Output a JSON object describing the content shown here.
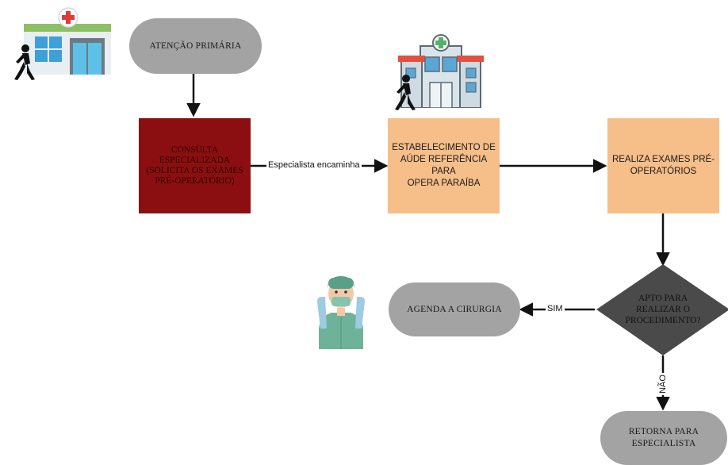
{
  "diagram": {
    "nodes": {
      "atencao_primaria": "ATENÇÃO PRIMÁRIA",
      "consulta_especializada": "CONSULTA\nESPECIALIZADA\n(SOLICITA OS EXAMES\nPRÉ-OPERATÓRIO)",
      "estabelecimento": "ESTABELECIMENTO DE\nAÚDE REFERÊNCIA PARA\nOPERA PARAÍBA",
      "realiza_exames": "REALIZA EXAMES PRÉ-\nOPERATÓRIOS",
      "apto": "APTO PARA\nREALIZAR O\nPROCEDIMENTO?",
      "agenda_cirurgia": "AGENDA A CIRURGIA",
      "retorna_especialista": "RETORNA PARA\nESPECIALISTA"
    },
    "edge_labels": {
      "especialista_encaminha": "Especialista encaminha",
      "sim": "SIM",
      "nao": "NÃO"
    },
    "icons": [
      "clinic-building-icon",
      "walking-person-icon",
      "hospital-building-icon",
      "surgeon-icon"
    ],
    "colors": {
      "pill_gray": "#a3a3a3",
      "consulta_red": "#8b0f10",
      "peach": "#f6be88",
      "diamond_dark": "#4a4a4a",
      "arrow": "#111111"
    }
  }
}
